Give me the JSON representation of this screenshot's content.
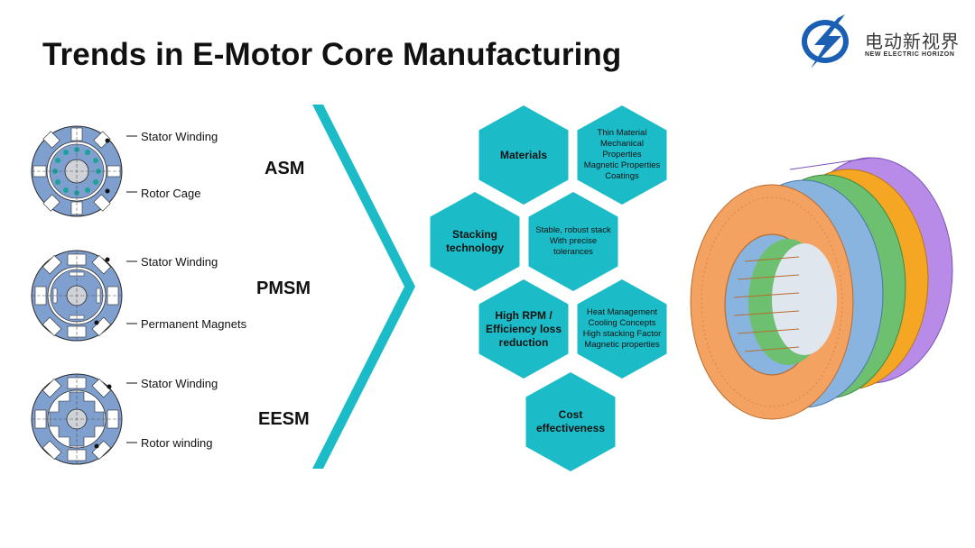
{
  "title": "Trends in E-Motor Core Manufacturing",
  "logo": {
    "cn_text": "电动新视界",
    "en_text": "NEW ELECTRIC HORIZON",
    "brand_color": "#1a5fb4",
    "icon": "lightning-bolt-icon"
  },
  "motors": [
    {
      "type": "ASM",
      "callout_top": "Stator Winding",
      "callout_bottom": "Rotor Cage"
    },
    {
      "type": "PMSM",
      "callout_top": "Stator Winding",
      "callout_bottom": "Permanent Magnets"
    },
    {
      "type": "EESM",
      "callout_top": "Stator Winding",
      "callout_bottom": "Rotor winding"
    }
  ],
  "hexagons": [
    {
      "id": "materials",
      "text": "Materials"
    },
    {
      "id": "materials-detail",
      "text": "Thin Material\nMechanical Properties\nMagnetic Properties\nCoatings"
    },
    {
      "id": "stacking",
      "text": "Stacking\ntechnology"
    },
    {
      "id": "stacking-detail",
      "text": "Stable, robust stack\nWith precise\ntolerances"
    },
    {
      "id": "high-rpm",
      "text": "High RPM /\nEfficiency loss\nreduction"
    },
    {
      "id": "high-rpm-detail",
      "text": "Heat Management\nCooling Concepts\nHigh stacking Factor\nMagnetic properties"
    },
    {
      "id": "cost",
      "text": "Cost\neffectiveness"
    }
  ],
  "colors": {
    "accent": "#1bbcc8",
    "stator_blue": "#7f9fcf",
    "core_orange": "#f4a261",
    "core_blue": "#8ab4e0",
    "core_green": "#6cc070",
    "core_amber": "#f5a623",
    "core_purple": "#b98be8"
  }
}
